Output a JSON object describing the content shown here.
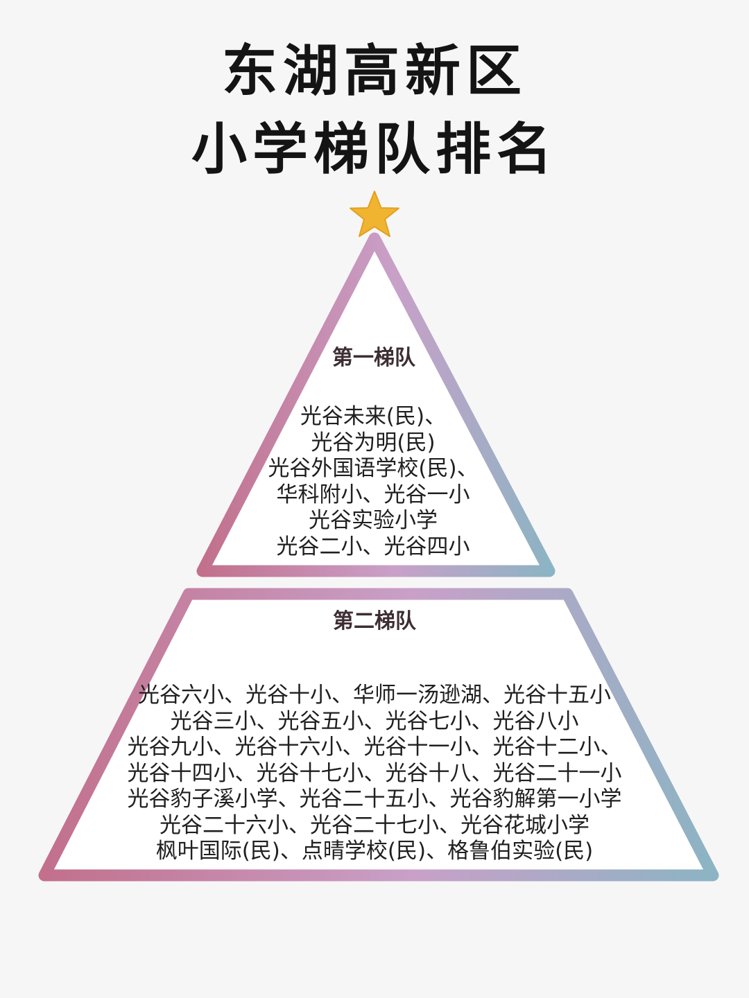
{
  "title": {
    "line1": "东湖高新区",
    "line2": "小学梯队排名"
  },
  "tiers": [
    {
      "title": "第一梯队",
      "schools": [
        "光谷未来(民)、",
        "光谷为明(民)",
        "光谷外国语学校(民)、",
        "华科附小、光谷一小",
        "光谷实验小学",
        "光谷二小、光谷四小"
      ]
    },
    {
      "title": "第二梯队",
      "schools": [
        "光谷六小、光谷十小、华师一汤逊湖、光谷十五小",
        "光谷三小、光谷五小、光谷七小、光谷八小",
        "光谷九小、光谷十六小、光谷十一小、光谷十二小、",
        "光谷十四小、光谷十七小、光谷十八、光谷二十一小",
        "光谷豹子溪小学、光谷二十五小、光谷豹解第一小学",
        "光谷二十六小、光谷二十七小、光谷花城小学",
        "枫叶国际(民)、点晴学校(民)、格鲁伯实验(民)"
      ]
    }
  ],
  "colors": {
    "star": "#f0b430",
    "outline_left": "#c2708c",
    "outline_mid": "#c9a0c8",
    "outline_right": "#8cb4c4",
    "fill": "#ffffff"
  },
  "icons": {
    "top": "star-icon"
  }
}
